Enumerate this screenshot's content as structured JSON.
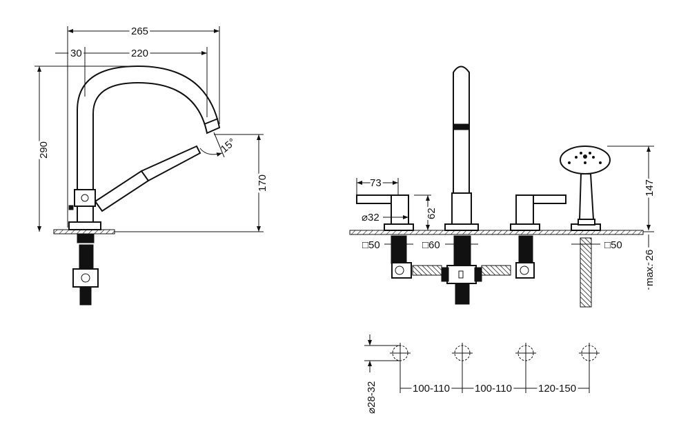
{
  "left_view": {
    "dims": {
      "total_width": "265",
      "offset": "30",
      "reach": "220",
      "total_height": "290",
      "spout_height": "170",
      "angle": "15°"
    }
  },
  "right_view": {
    "dims": {
      "lever_length": "73",
      "handle_height": "62",
      "handle_diameter": "⌀32",
      "base_left": "□50",
      "base_spout": "□60",
      "base_shower": "□50",
      "shower_height": "147",
      "deck_thickness": "max. 26"
    }
  },
  "hole_plan": {
    "hole_diameter": "⌀28-32",
    "spacing": [
      "100-110",
      "100-110",
      "120-150"
    ]
  }
}
